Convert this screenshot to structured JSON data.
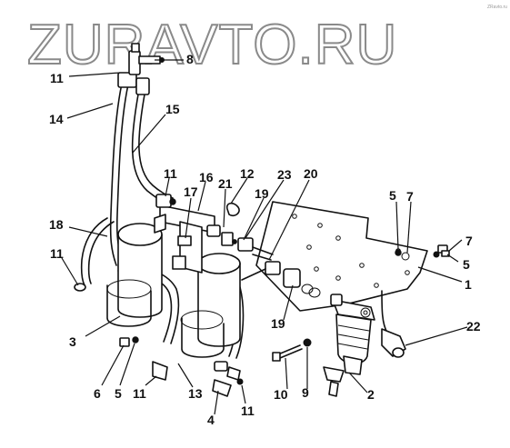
{
  "watermark": {
    "text": "ZURAVTO.RU",
    "corner_mark": "ZRavto.ru"
  },
  "callouts": [
    "8",
    "11",
    "14",
    "15",
    "11",
    "16",
    "21",
    "12",
    "23",
    "20",
    "5",
    "7",
    "7",
    "5",
    "1",
    "17",
    "19",
    "18",
    "11",
    "22",
    "19",
    "3",
    "6",
    "5",
    "11",
    "13",
    "10",
    "9",
    "2",
    "4",
    "11"
  ]
}
